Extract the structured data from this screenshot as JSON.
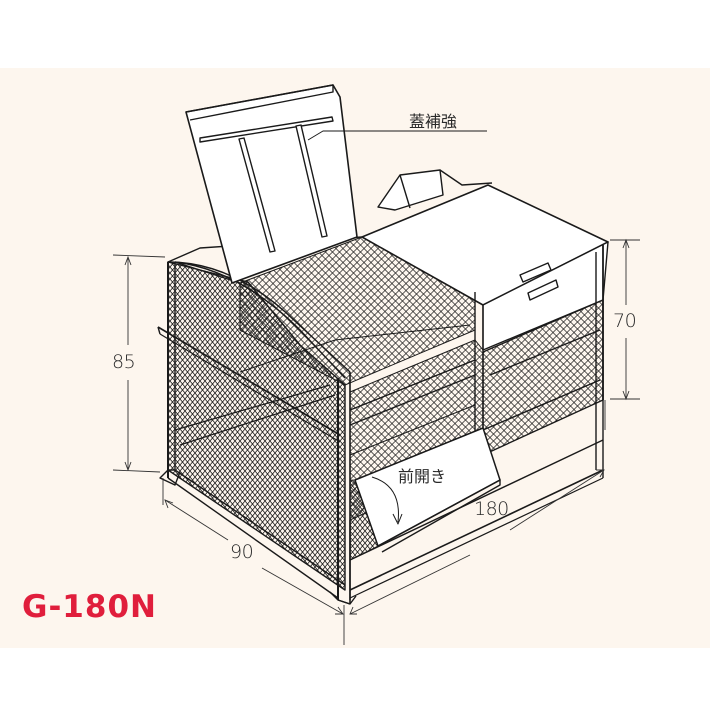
{
  "diagram": {
    "title": "Garbage storage cage line drawing",
    "model": "G-180N",
    "model_color": "#e01e3c",
    "background_color": "#fdf6ee",
    "line_color": "#1a1a1a",
    "dimensions": {
      "height_left": "85",
      "height_right": "70",
      "depth": "90",
      "width": "180"
    },
    "callouts": {
      "lid_reinforcement": "蓋補強",
      "front_opening": "前開き"
    }
  }
}
